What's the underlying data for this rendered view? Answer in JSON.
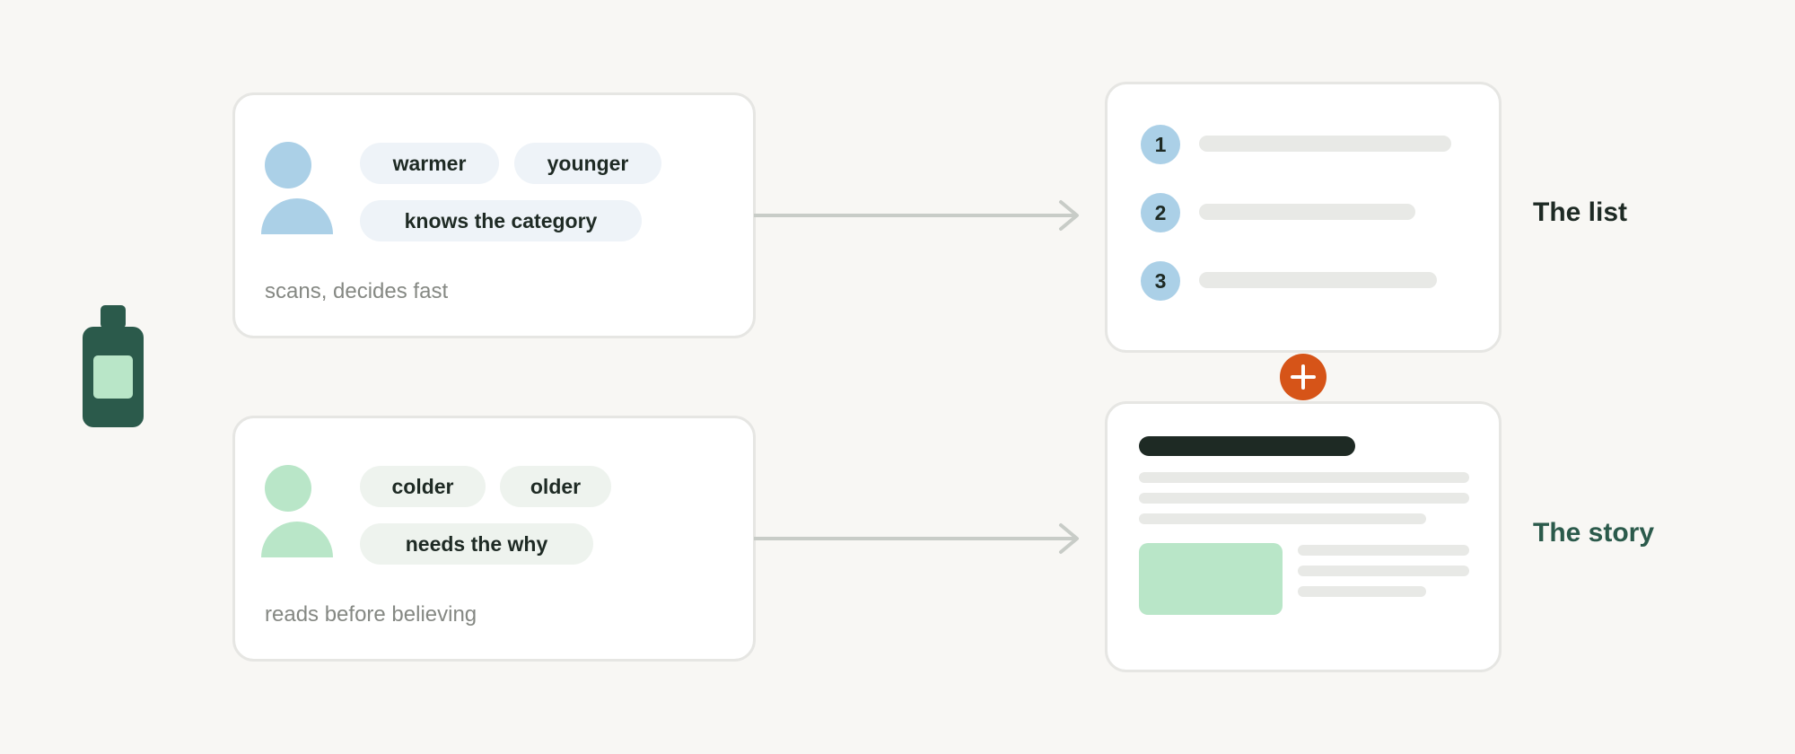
{
  "audiences": [
    {
      "chips": [
        "warmer",
        "younger",
        "knows the category"
      ],
      "caption": "scans, decides fast"
    },
    {
      "chips": [
        "colder",
        "older",
        "needs the why"
      ],
      "caption": "reads before believing"
    }
  ],
  "list_card": {
    "numbers": [
      "1",
      "2",
      "3"
    ],
    "label": "The list"
  },
  "story_card": {
    "label": "The story"
  },
  "colors": {
    "background": "#f8f7f4",
    "bottle": "#2b5a4b",
    "blue_accent": "#abd0e7",
    "green_accent": "#b9e6c8",
    "plus": "#d65418",
    "list_label": "#1e2a24",
    "story_label": "#2b5a4b"
  },
  "icons": [
    "bottle-icon",
    "person-icon",
    "arrow-right-icon",
    "plus-icon"
  ]
}
